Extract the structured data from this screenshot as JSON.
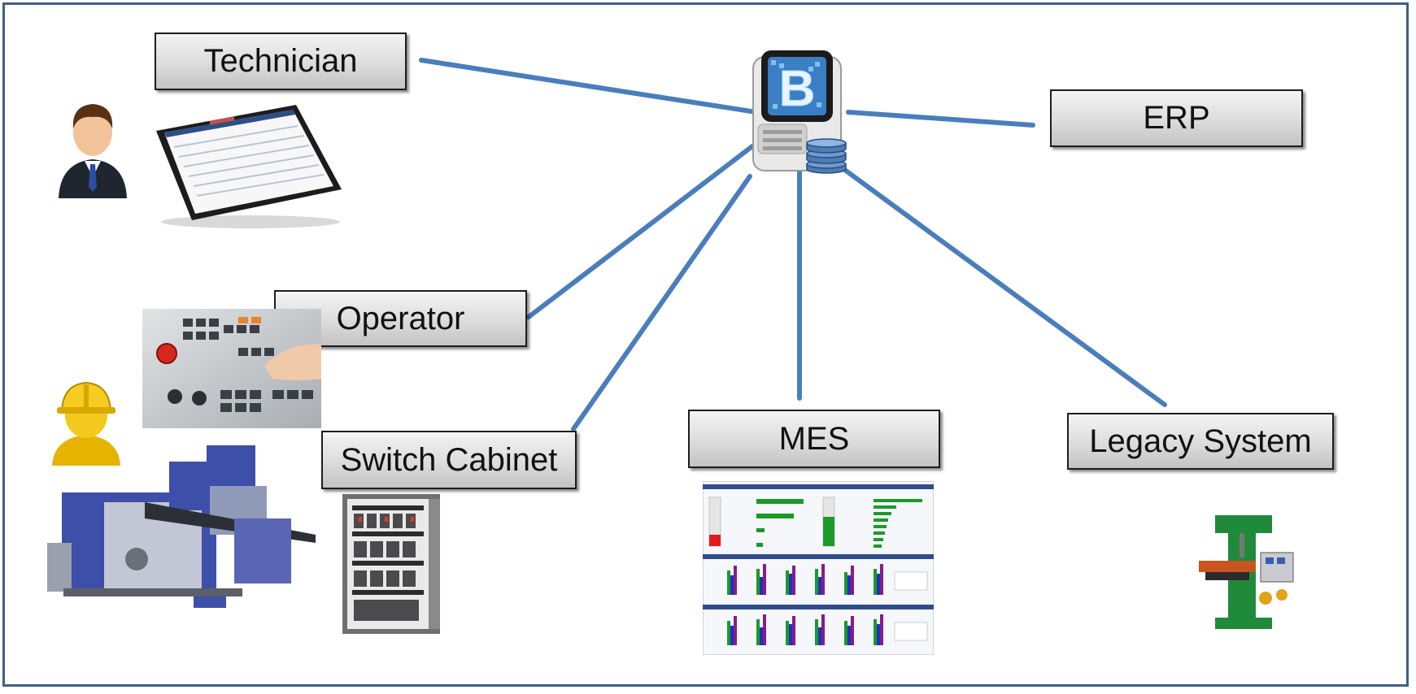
{
  "nodes": {
    "technician": {
      "label": "Technician"
    },
    "erp": {
      "label": "ERP"
    },
    "operator": {
      "label": "Operator"
    },
    "switch_cabinet": {
      "label": "Switch Cabinet"
    },
    "mes": {
      "label": "MES"
    },
    "legacy_system": {
      "label": "Legacy System"
    }
  },
  "hub": {
    "logo_letter": "B"
  },
  "colors": {
    "connector": "#4a7ebb",
    "frame": "#3f5f86",
    "machine_blue": "#3d4fa8",
    "mes_bars_green": "#1a9a2a"
  },
  "icons": [
    "technician-person-icon",
    "tablet-app-screenshot",
    "worker-hardhat-icon",
    "control-panel-photo",
    "packaging-machine-photo",
    "switch-cabinet-photo",
    "mes-dashboard-screenshot",
    "milling-machine-photo",
    "server-hub-icon",
    "database-icon"
  ]
}
